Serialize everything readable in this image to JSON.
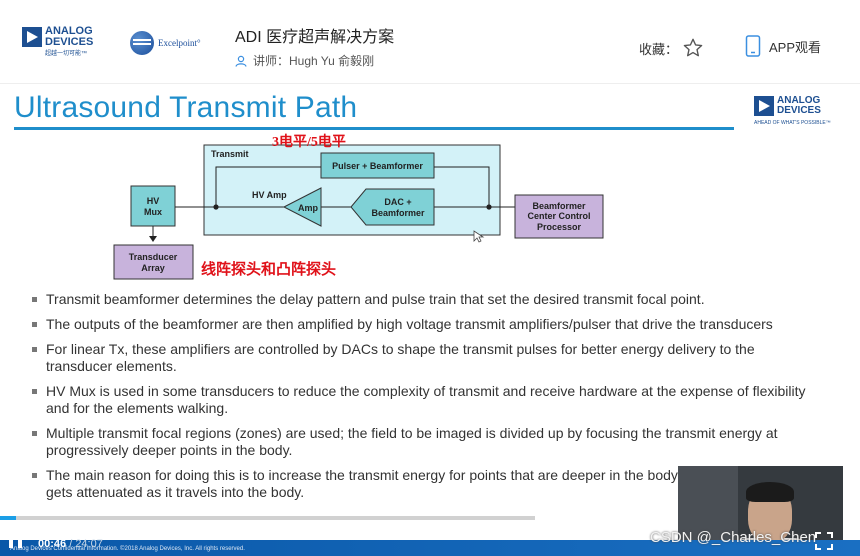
{
  "header": {
    "adi_logo_text": "ANALOG DEVICES",
    "adi_logo_sub": "超越一切可能™",
    "partner_logo_text": "Excelpoint°",
    "course_title": "ADI 医疗超声解决方案",
    "lecturer": "讲师：Hugh Yu 俞毅刚",
    "favorite_label": "收藏：",
    "app_label": "APP观看"
  },
  "slide": {
    "title": "Ultrasound Transmit Path",
    "logo_text": "ANALOG DEVICES",
    "logo_sub": "AHEAD OF WHAT'S POSSIBLE™",
    "annotation_levels": "3电平/5电平",
    "annotation_probes": "线阵探头和凸阵探头",
    "diagram": {
      "transmit_label": "Transmit",
      "pulser": "Pulser + Beamformer",
      "hv_amp": "HV Amp",
      "amp": "Amp",
      "dac_1": "DAC +",
      "dac_2": "Beamformer",
      "hv_mux_1": "HV",
      "hv_mux_2": "Mux",
      "transducer_1": "Transducer",
      "transducer_2": "Array",
      "bf_ctrl_1": "Beamformer",
      "bf_ctrl_2": "Center Control",
      "bf_ctrl_3": "Processor"
    },
    "bullets": [
      "Transmit beamformer determines the delay pattern and pulse train that set the desired transmit focal point.",
      "The outputs of the beamformer are then amplified by high voltage transmit amplifiers/pulser that drive the transducers",
      "For linear Tx, these amplifiers are controlled by DACs to shape the transmit pulses for better energy delivery to the transducer elements.",
      "HV Mux is used in some transducers to reduce the complexity of transmit and receive hardware at the expense of flexibility and for the elements walking.",
      "Multiple transmit focal regions (zones) are used; the field to be imaged is divided up by focusing the transmit energy at progressively deeper points in the body.",
      "The main reason for doing this is to increase the transmit energy for points that are deeper in the body because the signal gets attenuated as it travels into the body."
    ]
  },
  "player": {
    "current_time": "00:46",
    "duration": "/ 24:07",
    "progress_fraction": 0.03,
    "footer_text": "Analog Devices Confidential Information. ©2018 Analog Devices, Inc. All rights reserved.",
    "watermark": "CSDN @_Charles_Chen"
  },
  "colors": {
    "title_blue": "#1f8ecb",
    "box_teal": "#7fd1d6",
    "box_purple": "#c8b3dc",
    "transmit_bg": "#d3f2f8",
    "annotation_red": "#e0121a"
  }
}
